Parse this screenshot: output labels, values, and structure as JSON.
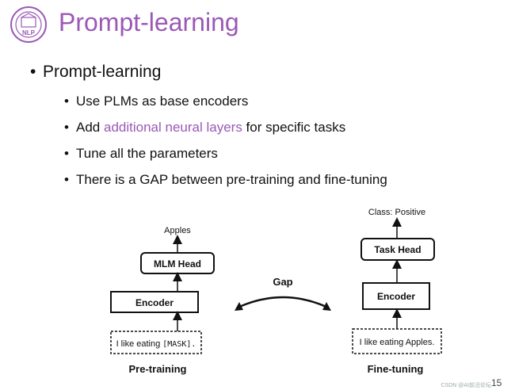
{
  "slide": {
    "title": "Prompt-learning",
    "bullet_main": "Prompt-learning",
    "sub_bullets": [
      "Use PLMs as base encoders",
      "Tune all the parameters",
      "There is a GAP between pre-training and fine-tuning"
    ],
    "sub_bullet_2": {
      "prefix": "Add ",
      "highlight": "additional neural layers",
      "suffix": " for specific tasks"
    },
    "logo_text": "NLP",
    "bullet_glyph": "•",
    "page_number": "15",
    "footer_watermark": "CSDN @AI前沿论坛"
  },
  "diagram": {
    "pretraining": {
      "output": "Apples",
      "head": "MLM Head",
      "encoder": "Encoder",
      "input_prefix": "I like eating ",
      "input_mask": "[MASK].",
      "caption": "Pre-training"
    },
    "gap_label": "Gap",
    "finetuning": {
      "output": "Class: Positive",
      "head": "Task Head",
      "encoder": "Encoder",
      "input": "I like eating Apples.",
      "caption": "Fine-tuning"
    }
  },
  "colors": {
    "accent": "#9b59b6",
    "text": "#111111"
  }
}
